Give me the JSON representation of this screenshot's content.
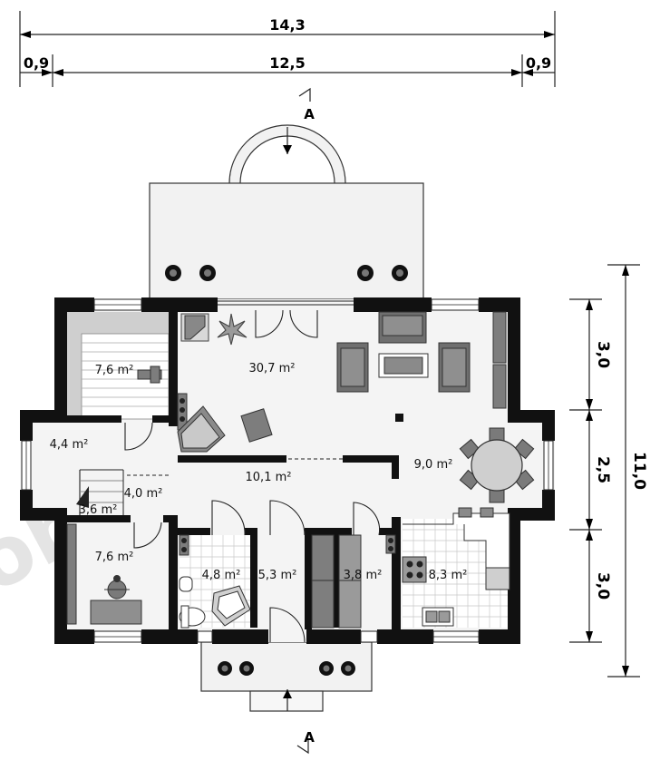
{
  "dimensions": {
    "top_total": "14,3",
    "top_inner": "12,5",
    "top_left_margin": "0,9",
    "top_right_margin": "0,9",
    "right_total": "11,0",
    "right_segments": [
      "3,0",
      "2,5",
      "3,0"
    ]
  },
  "section_marks": {
    "top": "A",
    "bottom": "A"
  },
  "rooms": {
    "stairs_top": "7,6 m²",
    "living": "30,7 m²",
    "entry_left": "4,4 m²",
    "corridor": "10,1 m²",
    "hall_small": "4,0 m²",
    "stair_landing": "3,6 m²",
    "dining": "9,0 m²",
    "office": "7,6 m²",
    "bathroom": "4,8 m²",
    "vestibule": "5,3 m²",
    "wardrobe": "3,8 m²",
    "kitchen": "8,3 m²"
  },
  "watermark": "extradom"
}
